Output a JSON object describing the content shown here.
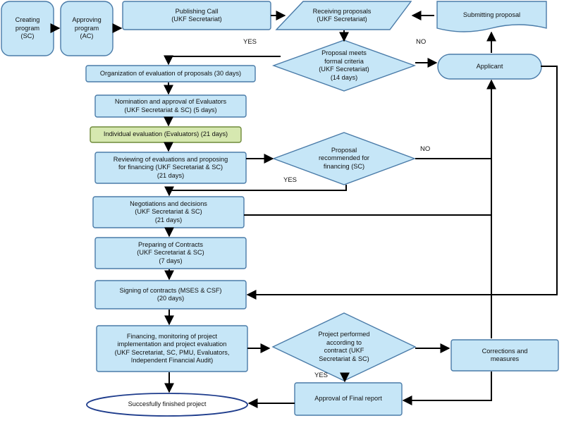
{
  "nodes": {
    "creating": "Creating\nprogram\n(SC)",
    "approving": "Approving\nprogram\n(AC)",
    "publishing": "Publishing Call\n(UKF Secretariat)",
    "receiving": "Receiving proposals\n(UKF Secretariat)",
    "submitting": "Submitting proposal",
    "criteria": "Proposal meets\nformal criteria\n(UKF Secretariat)\n(14 days)",
    "applicant": "Applicant",
    "organization": "Organization of evaluation of proposals (30 days)",
    "nomination": "Nomination and approval of Evaluators\n(UKF Secretariat  & SC) (5 days)",
    "individual": "Individual evaluation (Evaluators)  (21 days)",
    "reviewing": "Reviewing of evaluations and proposing\nfor financing (UKF Secretariat & SC)\n(21 days)",
    "recommended": "Proposal\nrecommended for\nfinancing (SC)",
    "negotiations": "Negotiations and decisions\n(UKF Secretariat & SC)\n(21 days)",
    "preparing": "Preparing of Contracts\n(UKF Secretariat & SC)\n(7 days)",
    "signing": "Signing of contracts (MSES  & CSF)\n(20 days)",
    "financing": "Financing, monitoring of project\nimplementation and project evaluation\n(UKF Secretariat, SC, PMU, Evaluators,\nIndependent Financial Audit)",
    "performed": "Project performed\naccording to\ncontract (UKF\nSecretariat & SC)",
    "corrections": "Corrections and\nmeasures",
    "approval_final": "Approval of Final report",
    "finished": "Succesfully finished project"
  },
  "edge_labels": {
    "yes_criteria": "YES",
    "no_criteria": "NO",
    "no_recommended": "NO",
    "yes_recommended": "YES",
    "yes_performed": "YES"
  },
  "colors": {
    "box_fill": "#c6e6f7",
    "box_stroke": "#4a7ba8",
    "highlight_fill": "#d6e8b0",
    "highlight_stroke": "#6f8a3a",
    "terminal_fill": "#ffffff",
    "terminal_stroke": "#1e3c8c",
    "line": "#000000"
  }
}
